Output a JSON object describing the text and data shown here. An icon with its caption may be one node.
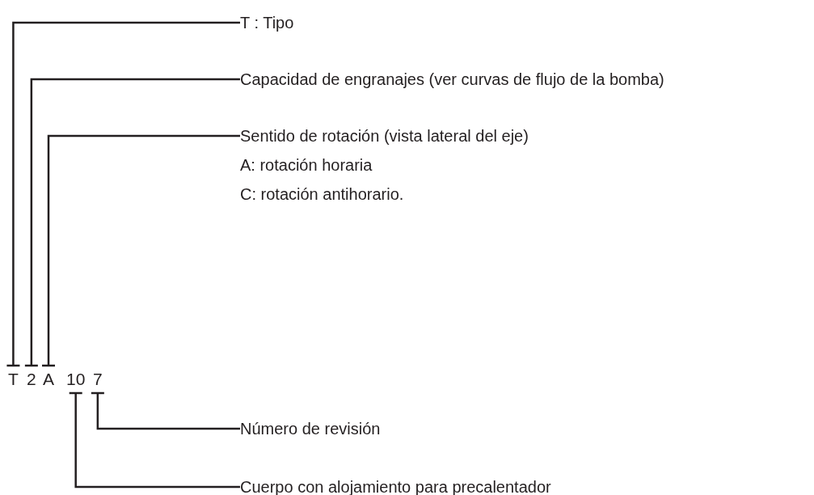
{
  "diagram": {
    "nodes": [
      {
        "text": [
          "T : Tipo"
        ]
      },
      {
        "text": [
          "Capacidad de engranajes (ver curvas de flujo de la bomba)"
        ]
      },
      {
        "text": [
          "Sentido de rotación (vista lateral del eje)",
          "A: rotación horaria",
          "C: rotación antihorario."
        ]
      },
      {
        "text": [
          "T"
        ]
      },
      {
        "text": [
          "2"
        ]
      },
      {
        "text": [
          "A"
        ]
      },
      {
        "text": [
          "10"
        ]
      },
      {
        "text": [
          "7"
        ]
      },
      {
        "text": [
          "Número de revisión"
        ]
      },
      {
        "text": [
          "Cuerpo con alojamiento para precalentador"
        ]
      }
    ],
    "edges": [
      {
        "from": 0,
        "to": 3,
        "arrow": "other"
      },
      {
        "from": 1,
        "to": 4,
        "arrow": "other"
      },
      {
        "from": 2,
        "to": 5,
        "arrow": "other"
      },
      {
        "from": 8,
        "to": 7,
        "arrow": "other"
      },
      {
        "from": 9,
        "to": 6,
        "arrow": "other"
      }
    ]
  }
}
